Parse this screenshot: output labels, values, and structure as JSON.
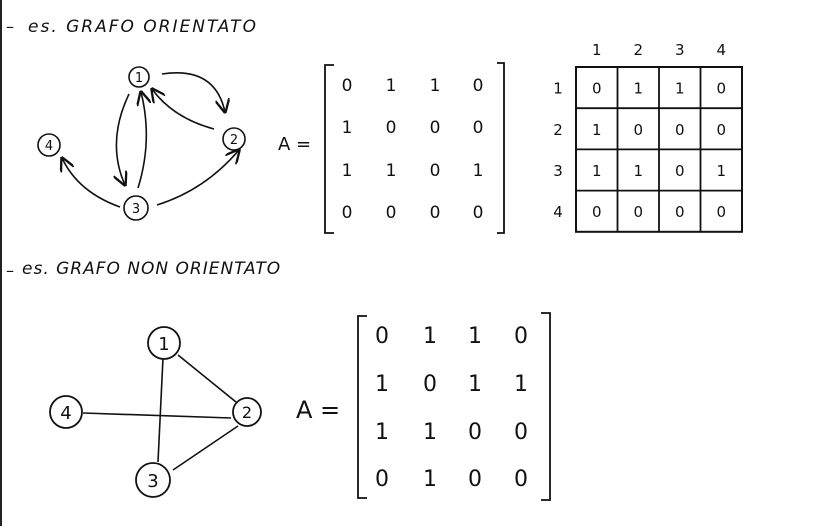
{
  "section1": {
    "dash": "–",
    "title": "es. GRAFO ORIENTATO",
    "nodes": [
      "1",
      "2",
      "3",
      "4"
    ],
    "matrix_label": "A =",
    "matrix": [
      [
        "0",
        "1",
        "1",
        "0"
      ],
      [
        "1",
        "0",
        "0",
        "0"
      ],
      [
        "1",
        "1",
        "0",
        "1"
      ],
      [
        "0",
        "0",
        "0",
        "0"
      ]
    ],
    "table_col_headers": [
      "1",
      "2",
      "3",
      "4"
    ],
    "table_row_headers": [
      "1",
      "2",
      "3",
      "4"
    ],
    "table": [
      [
        "0",
        "1",
        "1",
        "0"
      ],
      [
        "1",
        "0",
        "0",
        "0"
      ],
      [
        "1",
        "1",
        "0",
        "1"
      ],
      [
        "0",
        "0",
        "0",
        "0"
      ]
    ]
  },
  "section2": {
    "dash": "–",
    "title": "es. GRAFO NON ORIENTATO",
    "nodes": [
      "1",
      "2",
      "3",
      "4"
    ],
    "matrix_label": "A =",
    "matrix": [
      [
        "0",
        "1",
        "1",
        "0"
      ],
      [
        "1",
        "0",
        "1",
        "1"
      ],
      [
        "1",
        "1",
        "0",
        "0"
      ],
      [
        "0",
        "1",
        "0",
        "0"
      ]
    ]
  }
}
